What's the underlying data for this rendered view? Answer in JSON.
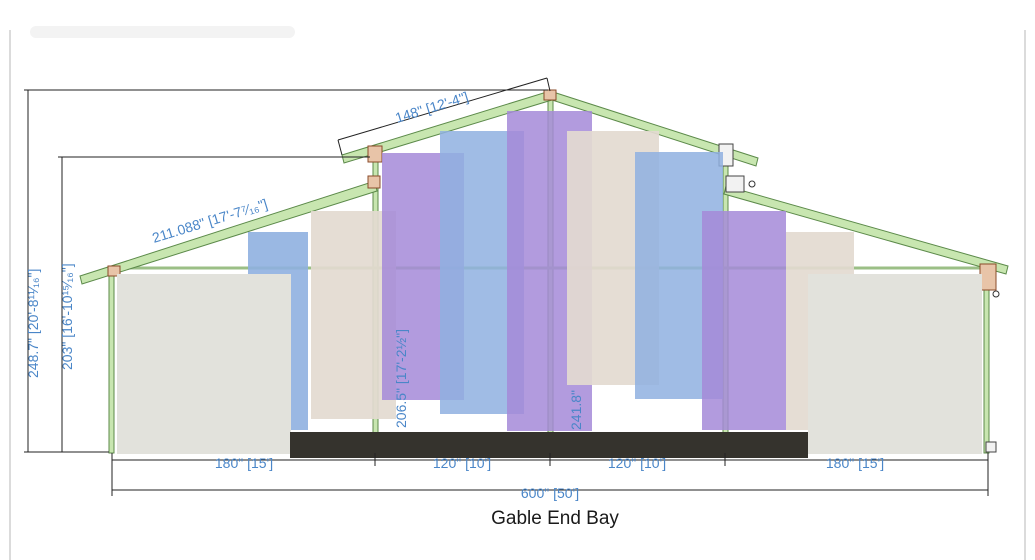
{
  "diagram": {
    "title": "Gable End Bay",
    "dimensions": {
      "total_height": "248.7\" [20'-8¹¹⁄₁₆\"]",
      "eave_height": "203\" [16'-10¹⁵⁄₁₆\"]",
      "upper_rafter": "148\" [12'-4\"]",
      "lower_rafter": "211.088\" [17'-7⁷⁄₁₆\"]",
      "inner_post_left": "206.5\" [17'-2½\"]",
      "inner_post_right": "241.8\"",
      "span_outer_left": "180\" [15']",
      "span_inner_left": "120\" [10']",
      "span_inner_right": "120\" [10']",
      "span_outer_right": "180\" [15']",
      "total_width": "600\" [50']"
    },
    "colors": {
      "frame": "#c8e6b0",
      "frame_edge": "#5c8a4a",
      "dimension": "#4a86c8",
      "overlay_blue": "#8fb0e0",
      "overlay_purple": "#a58ad8",
      "overlay_beige": "#e3dad0",
      "overlay_gray": "#e2e2dc",
      "base": "#35332d"
    }
  }
}
